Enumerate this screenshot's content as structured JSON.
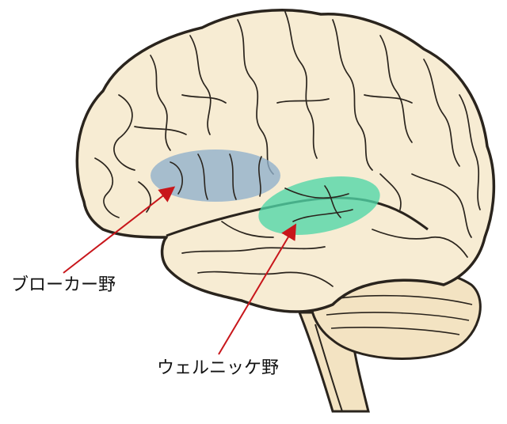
{
  "labels": {
    "broca": "ブローカー野",
    "wernicke": "ウェルニッケ野"
  },
  "icons": {
    "figure": "brain-lateral-view-illustration"
  },
  "colors": {
    "brain_fill": "#f7ecd3",
    "outline": "#2a241d",
    "broca_area": "#8fb0cc",
    "wernicke_area": "#4fd6a8",
    "arrow": "#c8161b",
    "cerebellum_fill": "#f3e3c2"
  }
}
